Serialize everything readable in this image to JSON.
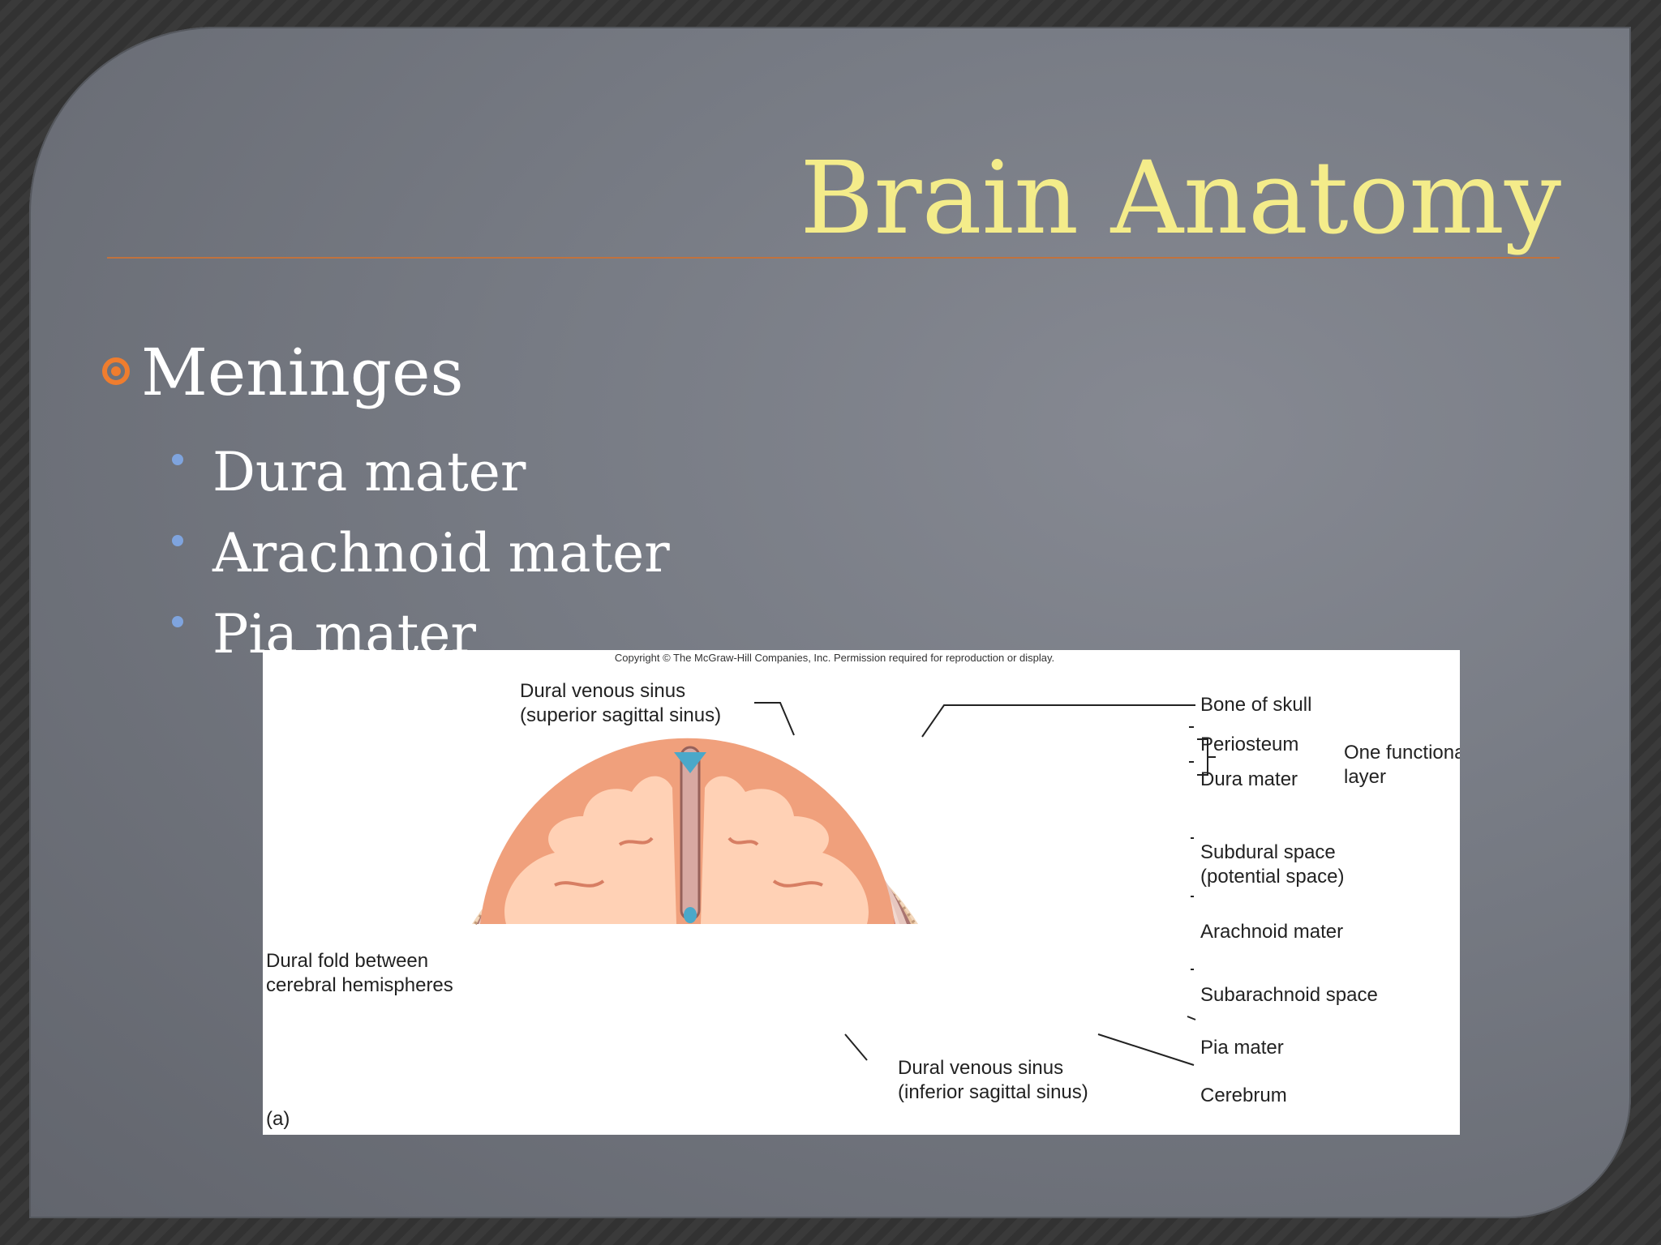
{
  "slide": {
    "title": "Brain Anatomy",
    "bullet": "Meninges",
    "sub_items": [
      "Dura mater",
      "Arachnoid mater",
      "Pia mater"
    ]
  },
  "colors": {
    "title": "#f4ec8a",
    "rule": "#c0723e",
    "bullet": "#ef7d2e",
    "sub_bullet": "#7fa4de"
  },
  "figure": {
    "copyright": "Copyright © The McGraw-Hill Companies, Inc. Permission required for reproduction or display.",
    "superior_sinus": [
      "Dural venous sinus",
      "(superior sagittal sinus)"
    ],
    "bone": "Bone of skull",
    "periosteum": "Periosteum",
    "dura": "Dura mater",
    "functional_layer": [
      "One functional",
      "layer"
    ],
    "subdural": [
      "Subdural space",
      "(potential space)"
    ],
    "arachnoid": "Arachnoid mater",
    "dural_fold": [
      "Dural fold between",
      "cerebral hemispheres"
    ],
    "subarachnoid": "Subarachnoid space",
    "pia": "Pia mater",
    "inferior_sinus": [
      "Dural venous sinus",
      "(inferior sagittal sinus)"
    ],
    "cerebrum": "Cerebrum",
    "panel": "(a)"
  }
}
